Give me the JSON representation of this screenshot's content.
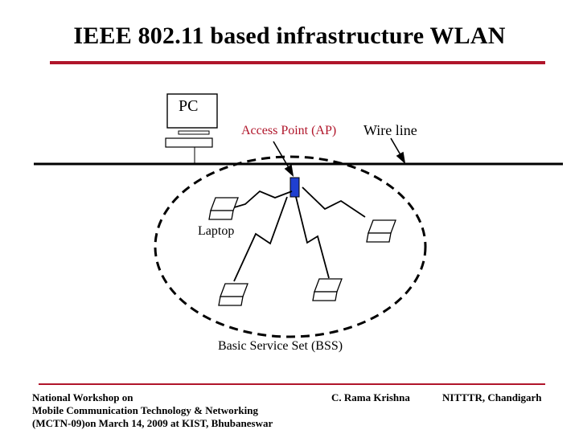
{
  "title": "IEEE 802.11 based infrastructure WLAN",
  "labels": {
    "pc": "PC",
    "access_point": "Access Point (AP)",
    "wire_line": "Wire line",
    "laptop": "Laptop",
    "bss": "Basic Service Set (BSS)"
  },
  "footer": {
    "left": "National Workshop on\nMobile Communication Technology & Networking\n(MCTN-09)on  March 14, 2009 at KIST, Bhubaneswar",
    "middle": "C. Rama Krishna",
    "right": "NITTTR, Chandigarh"
  },
  "colors": {
    "accent_rule": "#b0152a",
    "access_point_label": "#b0152a",
    "access_point_device": "#1f3fd0"
  }
}
